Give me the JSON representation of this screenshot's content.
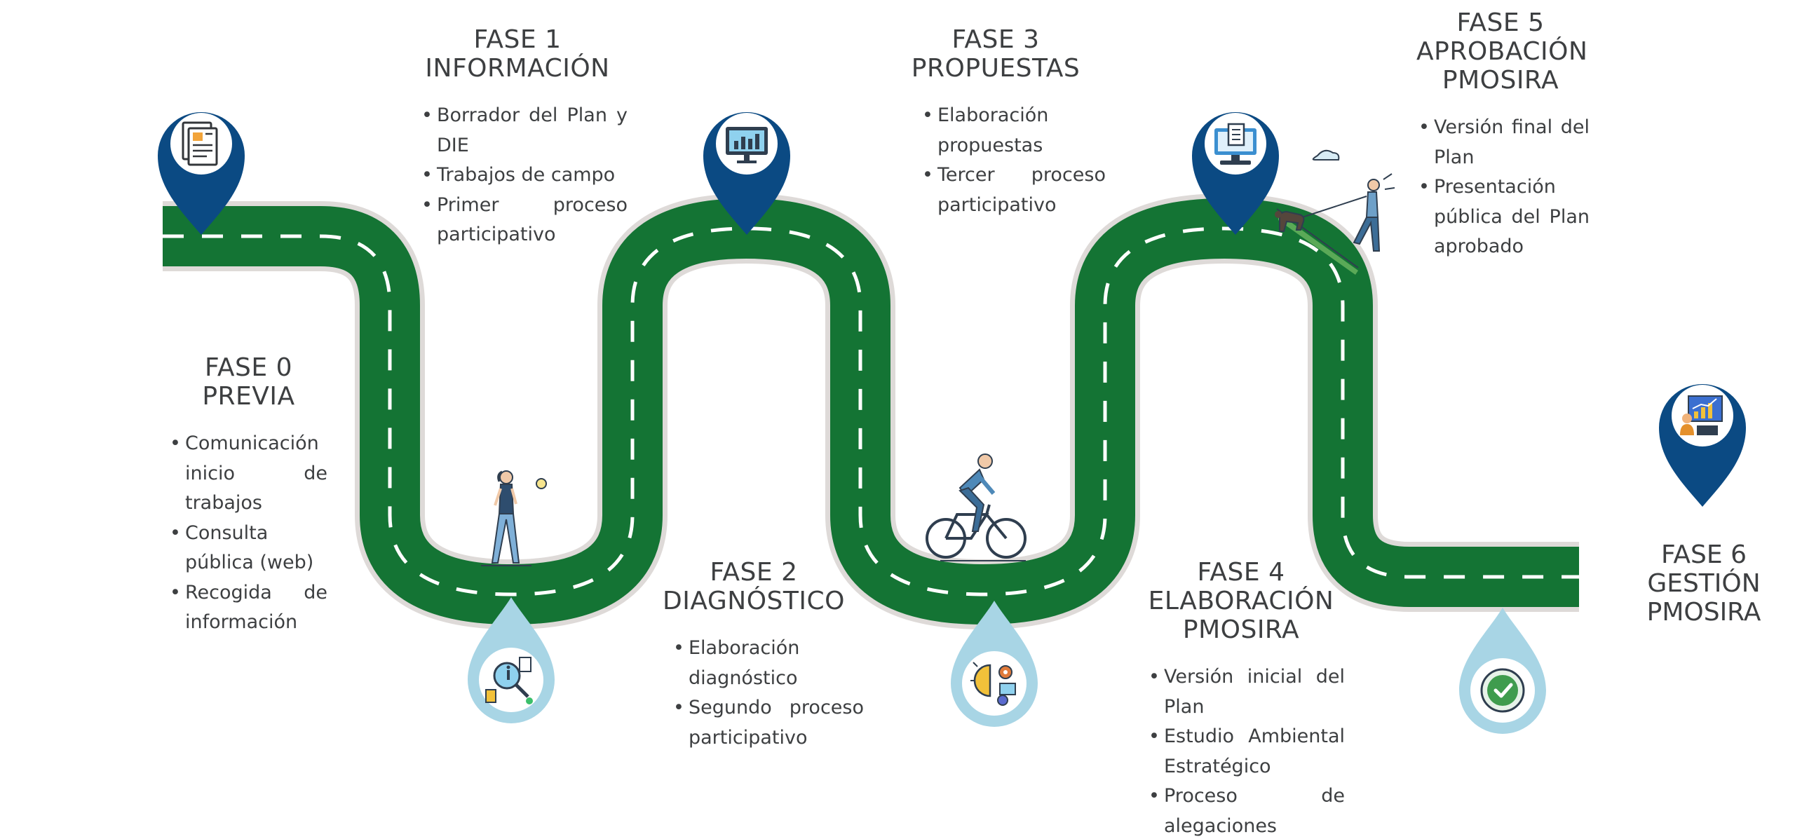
{
  "phases": [
    {
      "id": "fase0",
      "title_line1": "FASE 0",
      "title_line2": "PREVIA",
      "title_line3": "",
      "items": [
        "Comunicación inicio de trabajos",
        "Consulta pública (web)",
        "Recogida de información"
      ]
    },
    {
      "id": "fase1",
      "title_line1": "FASE 1",
      "title_line2": "INFORMACIÓN",
      "title_line3": "",
      "items": [
        "Borrador del Plan y DIE",
        "Trabajos de campo",
        "Primer proceso participativo"
      ]
    },
    {
      "id": "fase2",
      "title_line1": "FASE 2",
      "title_line2": "DIAGNÓSTICO",
      "title_line3": "",
      "items": [
        "Elaboración diagnóstico",
        "Segundo proceso participativo"
      ]
    },
    {
      "id": "fase3",
      "title_line1": "FASE 3",
      "title_line2": "PROPUESTAS",
      "title_line3": "",
      "items": [
        "Elaboración propuestas",
        "Tercer proceso participativo"
      ]
    },
    {
      "id": "fase4",
      "title_line1": "FASE 4",
      "title_line2": "ELABORACIÓN",
      "title_line3": "PMOSIRA",
      "items": [
        "Versión inicial del Plan",
        "Estudio Ambiental Estratégico",
        "Proceso de alegaciones"
      ]
    },
    {
      "id": "fase5",
      "title_line1": "FASE 5",
      "title_line2": "APROBACIÓN",
      "title_line3": "PMOSIRA",
      "items": [
        "Versión final del Plan",
        "Presentación pública del Plan aprobado"
      ]
    },
    {
      "id": "fase6",
      "title_line1": "FASE 6",
      "title_line2": "GESTIÓN",
      "title_line3": "PMOSIRA",
      "items": []
    }
  ],
  "markers": [
    {
      "phase": "fase0",
      "style": "pin",
      "icon": "documents-icon"
    },
    {
      "phase": "fase1",
      "style": "drop",
      "icon": "research-magnifier-icon"
    },
    {
      "phase": "fase2",
      "style": "pin",
      "icon": "monitor-chart-icon"
    },
    {
      "phase": "fase3",
      "style": "drop",
      "icon": "idea-gears-icon"
    },
    {
      "phase": "fase4",
      "style": "pin",
      "icon": "computer-document-icon"
    },
    {
      "phase": "fase5",
      "style": "drop",
      "icon": "checkmark-icon"
    },
    {
      "phase": "fase6",
      "style": "pin",
      "icon": "presentation-chart-icon"
    }
  ],
  "figures": [
    {
      "name": "walking-woman-icon"
    },
    {
      "name": "cyclist-icon"
    },
    {
      "name": "hiker-with-dog-icon"
    }
  ],
  "colors": {
    "road": "#147434",
    "road_edge": "#dedad8",
    "lane_marks": "#ffffff",
    "pin": "#0b4a83",
    "drop": "#a8d5e5",
    "text": "#3d3f41"
  }
}
